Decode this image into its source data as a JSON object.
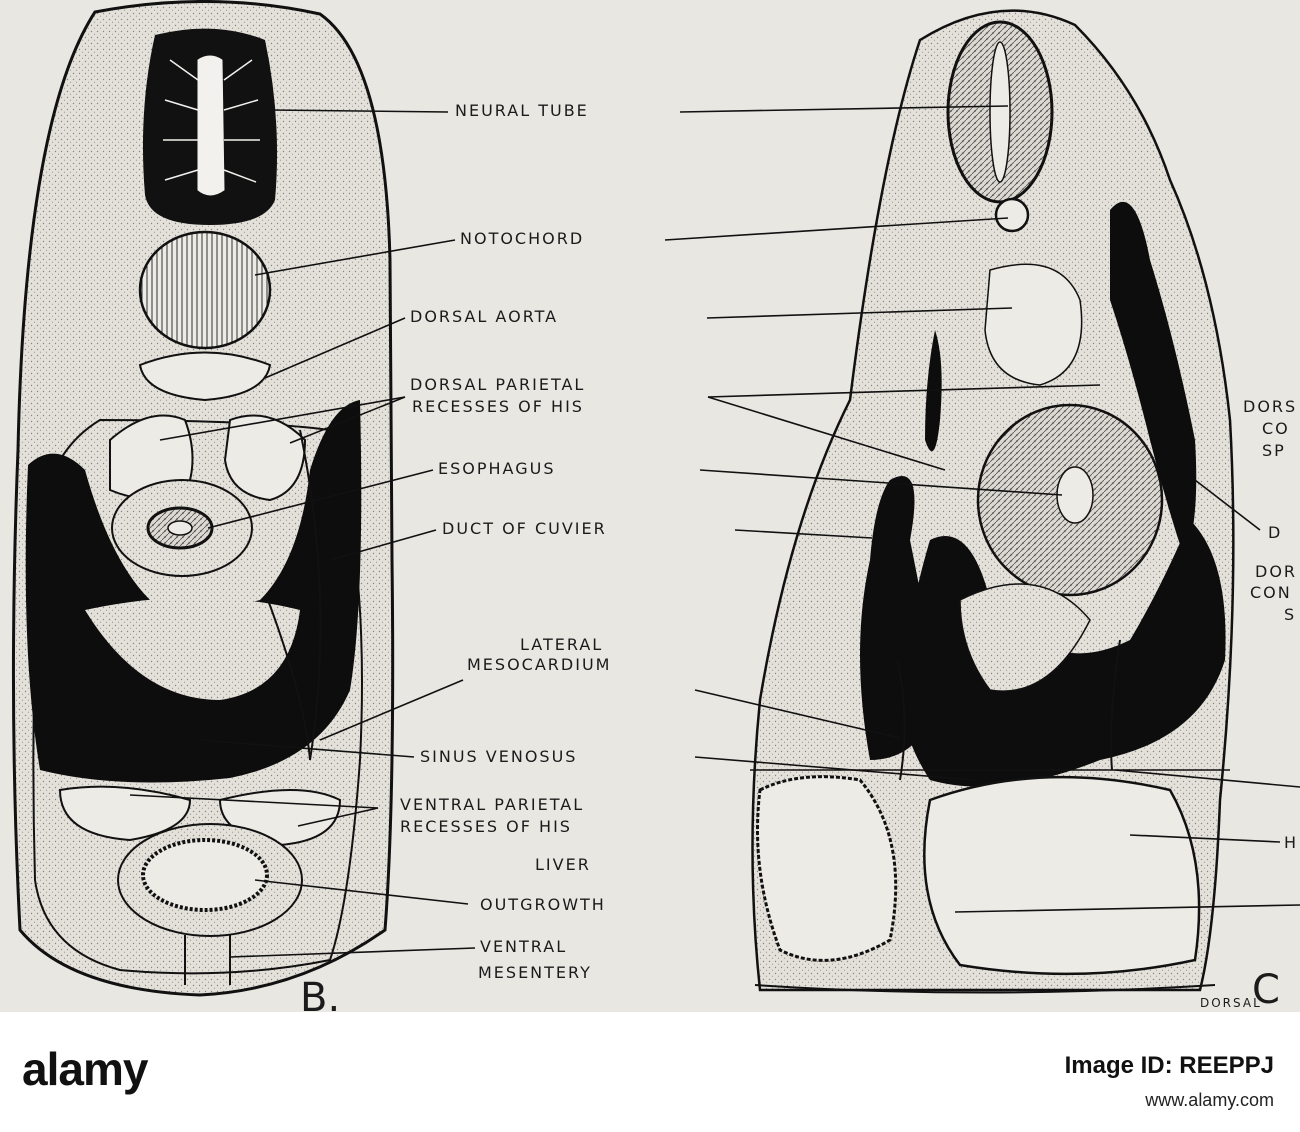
{
  "labels": {
    "neural_tube": "NEURAL TUBE",
    "notochord": "NOTOCHORD",
    "dorsal_aorta": "DORSAL AORTA",
    "dorsal_parietal_1": "DORSAL PARIETAL",
    "dorsal_parietal_2": "RECESSES OF HIS",
    "esophagus": "ESOPHAGUS",
    "duct_of_cuvier": "DUCT OF CUVIER",
    "lateral_mesocardium_1": "LATERAL",
    "lateral_mesocardium_2": "MESOCARDIUM",
    "sinus_venosus": "SINUS VENOSUS",
    "ventral_parietal_1": "VENTRAL PARIETAL",
    "ventral_parietal_2": "RECESSES OF HIS",
    "liver_1": "LIVER",
    "liver_2": "OUTGROWTH",
    "ventral_mesentery_1": "VENTRAL",
    "ventral_mesentery_2": "MESENTERY"
  },
  "right_edge_fragments": {
    "dors": "DORS",
    "co": "CO",
    "sp": "SP",
    "d": "D",
    "dor": "DOR",
    "con": "CON",
    "s": "S",
    "h": "H",
    "bottom": "DORSAL"
  },
  "panels": {
    "left": "B.",
    "right": "C"
  },
  "watermark": {
    "logo": "alamy",
    "image_id": "Image ID: REEPPJ",
    "url": "www.alamy.com"
  },
  "colors": {
    "background": "#e9e7e2",
    "ink": "#111111",
    "stipple": "#d9d6cf"
  }
}
